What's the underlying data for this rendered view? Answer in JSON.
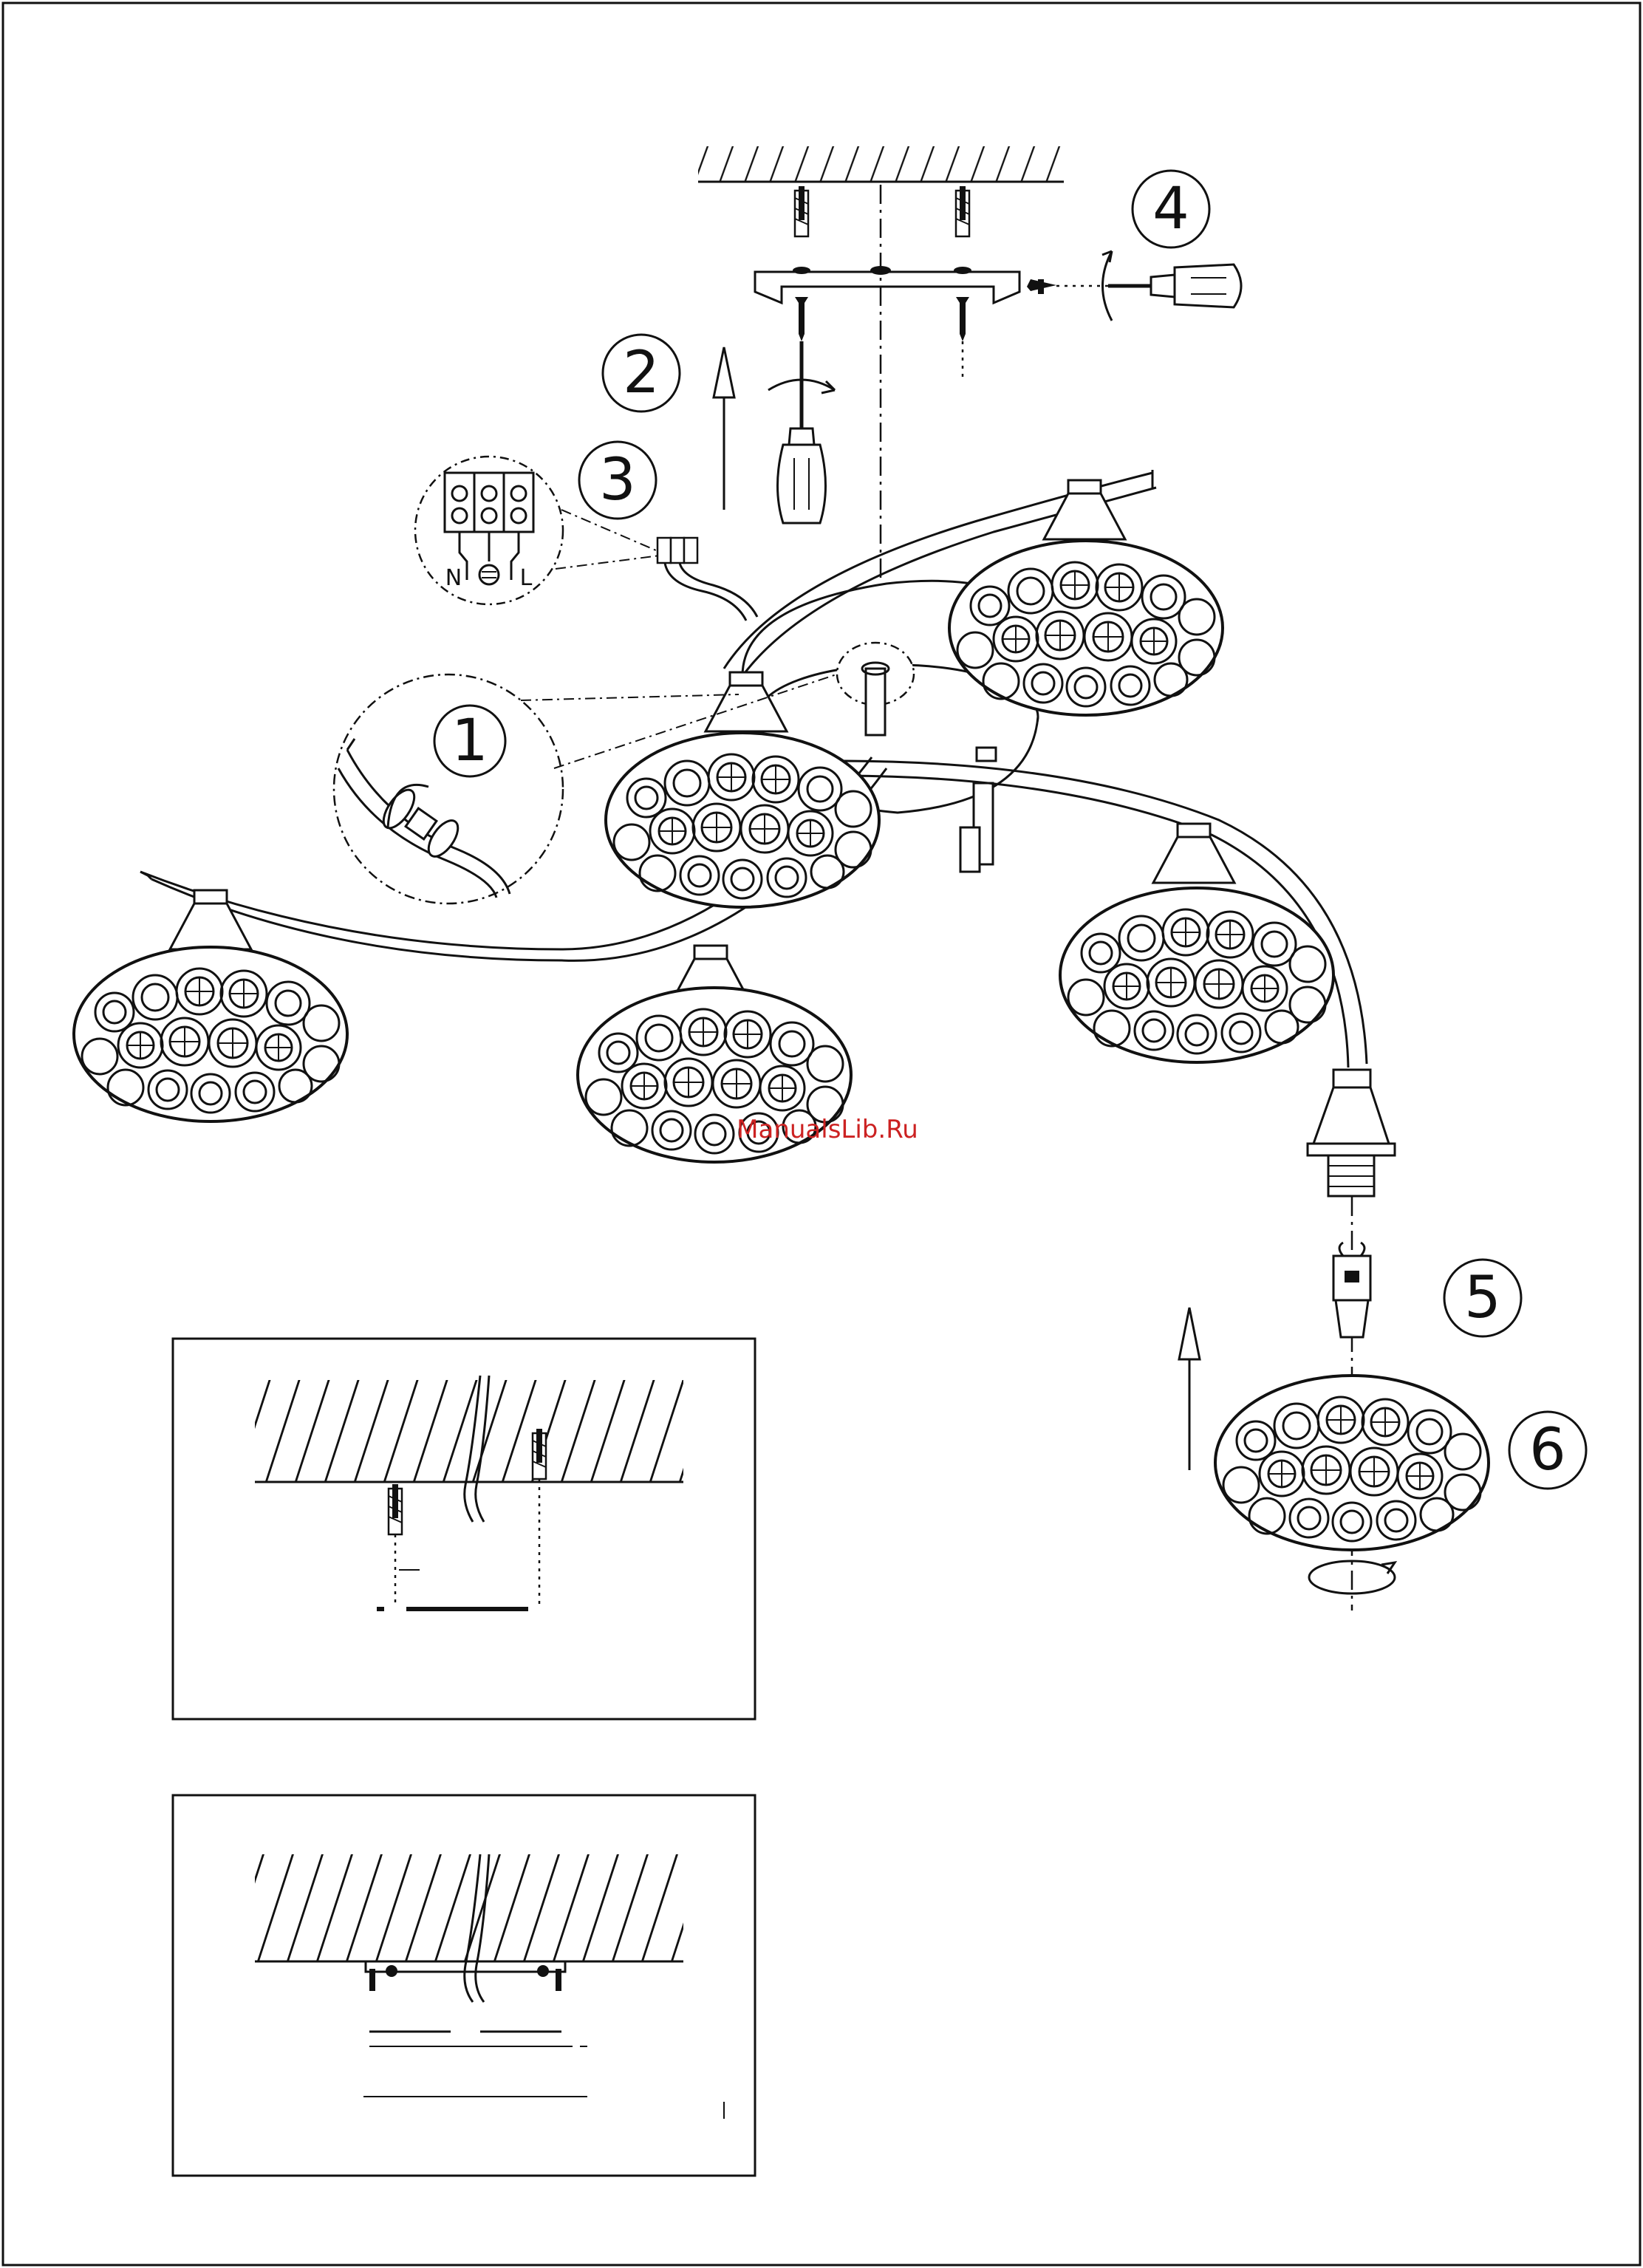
{
  "steps": [
    {
      "id": "step-1",
      "label": "1"
    },
    {
      "id": "step-2",
      "label": "2"
    },
    {
      "id": "step-3",
      "label": "3"
    },
    {
      "id": "step-4",
      "label": "4"
    },
    {
      "id": "step-5",
      "label": "5"
    },
    {
      "id": "step-6",
      "label": "6"
    }
  ],
  "terminal_labels": {
    "neutral": "N",
    "live": "L"
  },
  "icons": {
    "screwdriver": "screwdriver-icon",
    "rotate": "rotate-arrow-icon",
    "up_arrow": "up-arrow-icon",
    "earth": "earth-ground-icon",
    "screw": "screw-icon",
    "wall_plug": "wall-plug-icon",
    "bulb": "g9-bulb-icon",
    "shade": "crystal-shade-icon"
  },
  "watermark": {
    "text": "ManualsLib.Ru",
    "color": "#cc2222"
  },
  "colors": {
    "ink": "#111111",
    "paper": "#ffffff"
  }
}
